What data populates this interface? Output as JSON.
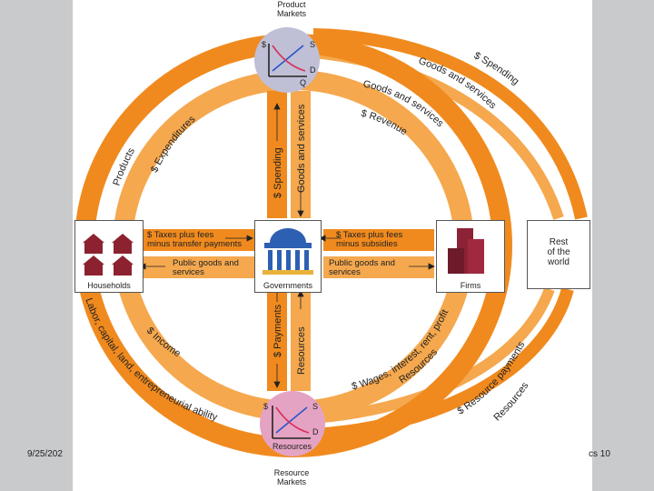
{
  "footer": {
    "date": "9/25/202",
    "page_text": "cs  10"
  },
  "markets": {
    "product": {
      "label_line1": "Product",
      "label_line2": "Markets"
    },
    "resource": {
      "label": "Resources",
      "label_line1": "Resource",
      "label_line2": "Markets"
    },
    "graph_labels": {
      "price": "$",
      "supply": "S",
      "demand": "D",
      "quantity": "Q"
    }
  },
  "sectors": {
    "households": "Households",
    "governments": "Governments",
    "firms": "Firms",
    "rest_of_world": [
      "Rest",
      "of the",
      "world"
    ]
  },
  "flows": {
    "products": "Products",
    "expenditures": "$ Expenditures",
    "goods_services_right": "Goods and services",
    "revenue": "$ Revenue",
    "goods_and_services_outer": "Goods and services",
    "spending_outer": "$ Spending",
    "gov_spending": "$ Spending",
    "gov_goods_services": "Goods and services",
    "taxes_households": [
      "$ Taxes plus fees",
      "minus transfer payments"
    ],
    "public_goods_households": [
      "Public goods and",
      "services"
    ],
    "taxes_firms": [
      "$ Taxes plus fees",
      "minus subsidies"
    ],
    "public_goods_firms": [
      "Public goods and",
      "services"
    ],
    "gov_payments": "$ Payments",
    "gov_resources": "Resources",
    "labor": "Labor, capital, land, entrepreneurial ability",
    "income": "$ Income",
    "wages": "$ Wages, interest, rent, profit",
    "resources_inner": "Resources",
    "resource_payments": "$ Resource payments",
    "resources_outer": "Resources"
  }
}
